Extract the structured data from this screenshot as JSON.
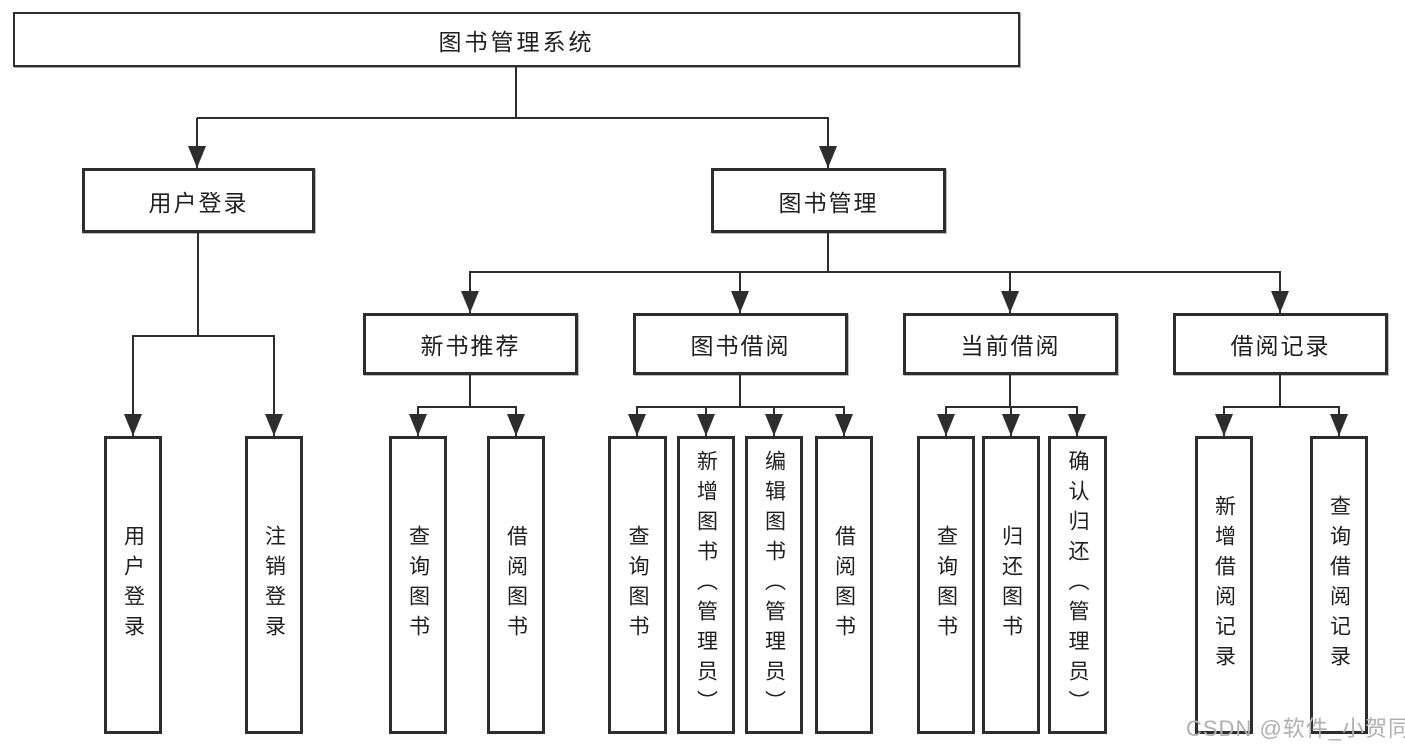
{
  "diagram": {
    "line_color": "#2d2d2d",
    "box_border_color": "#2d2d2d",
    "background_color": "#ffffff",
    "tree": {
      "root": {
        "label": "图书管理系统"
      },
      "branches": [
        {
          "label": "用户登录",
          "children": [
            {
              "label": "用户登录"
            },
            {
              "label": "注销登录"
            }
          ]
        },
        {
          "label": "图书管理",
          "children": [
            {
              "label": "新书推荐",
              "children": [
                {
                  "label": "查询图书"
                },
                {
                  "label": "借阅图书"
                }
              ]
            },
            {
              "label": "图书借阅",
              "children": [
                {
                  "label": "查询图书"
                },
                {
                  "label": "新增图书（管理员）"
                },
                {
                  "label": "编辑图书（管理员）"
                },
                {
                  "label": "借阅图书"
                }
              ]
            },
            {
              "label": "当前借阅",
              "children": [
                {
                  "label": "查询图书"
                },
                {
                  "label": "归还图书"
                },
                {
                  "label": "确认归还（管理员）"
                }
              ]
            },
            {
              "label": "借阅记录",
              "children": [
                {
                  "label": "新增借阅记录"
                },
                {
                  "label": "查询借阅记录"
                }
              ]
            }
          ]
        }
      ]
    }
  },
  "watermark": {
    "text": "CSDN @软件_小贺同学",
    "color": "#b0b0b0"
  }
}
